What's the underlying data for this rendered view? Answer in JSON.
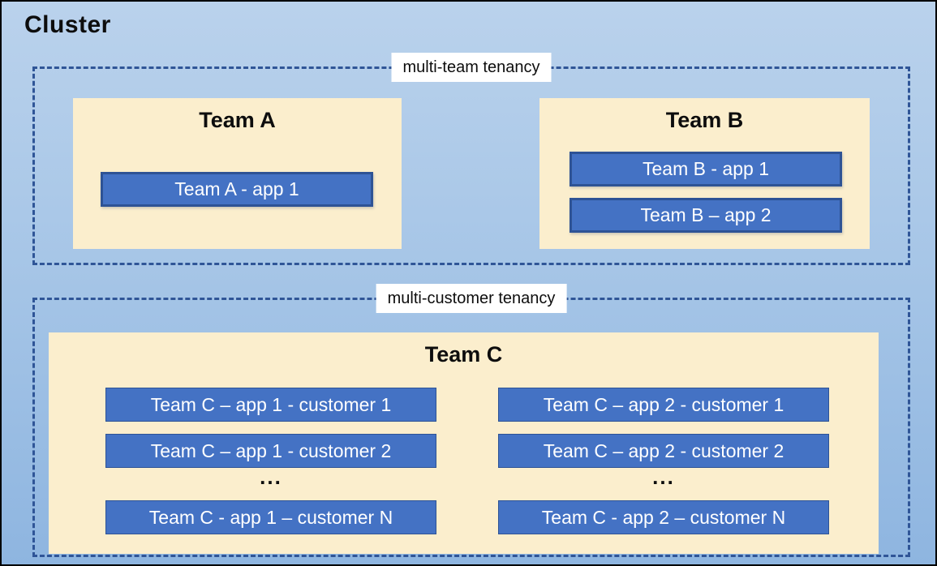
{
  "cluster": {
    "title": "Cluster"
  },
  "groups": [
    {
      "label": "multi-team tenancy",
      "teams": [
        {
          "name": "Team A",
          "apps": [
            "Team A - app 1"
          ]
        },
        {
          "name": "Team B",
          "apps": [
            "Team B - app 1",
            "Team B – app 2"
          ]
        }
      ]
    },
    {
      "label": "multi-customer tenancy",
      "teams": [
        {
          "name": "Team C",
          "columns": [
            {
              "apps": [
                "Team C – app 1 - customer 1",
                "Team C – app 1 - customer 2"
              ],
              "ellipsis": "...",
              "last_app": "Team C - app 1 – customer N"
            },
            {
              "apps": [
                "Team C – app 2 - customer 1",
                "Team C – app 2 - customer 2"
              ],
              "ellipsis": "...",
              "last_app": "Team C - app 2 – customer N"
            }
          ]
        }
      ]
    }
  ],
  "colors": {
    "background_top": "#BAD2EC",
    "background_bottom": "#8EB5E0",
    "team_box_fill": "#FBEECD",
    "app_box_fill": "#4472C4",
    "app_box_border": "#2E5395",
    "dashed_border": "#2F5597",
    "label_background": "#FFFFFF",
    "text_dark": "#0D0D0D",
    "text_light": "#FFFFFF"
  }
}
